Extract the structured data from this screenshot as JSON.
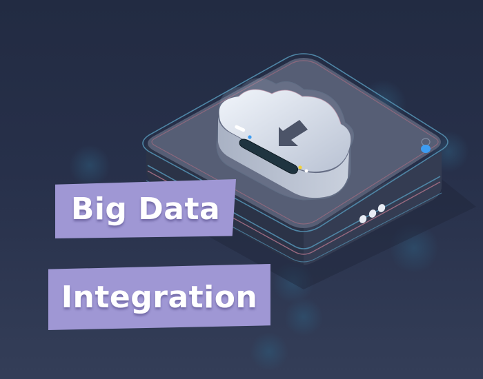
{
  "illustration": {
    "subject": "isometric cloud download device",
    "icons": {
      "cloud": "cloud-icon",
      "arrow": "download-arrow-icon",
      "indicator_dots": "indicator-dots-icon",
      "status_light": "status-light-icon"
    }
  },
  "banners": [
    {
      "label": "Big Data"
    },
    {
      "label": "Integration"
    }
  ],
  "colors": {
    "background_top": "#222b42",
    "background_bottom": "#343e58",
    "banner": "#9f97d4",
    "banner_text": "#ffffff",
    "device_top": "#555d74",
    "device_side": "#2c3448",
    "outline_blue": "#4f86a6",
    "outline_red": "#9a6a80",
    "cloud": "#dfe5ef",
    "arrow": "#4c5468",
    "led_blue": "#3d9cf2",
    "led_yellow": "#f2d23a",
    "led_white": "#ffffff"
  }
}
